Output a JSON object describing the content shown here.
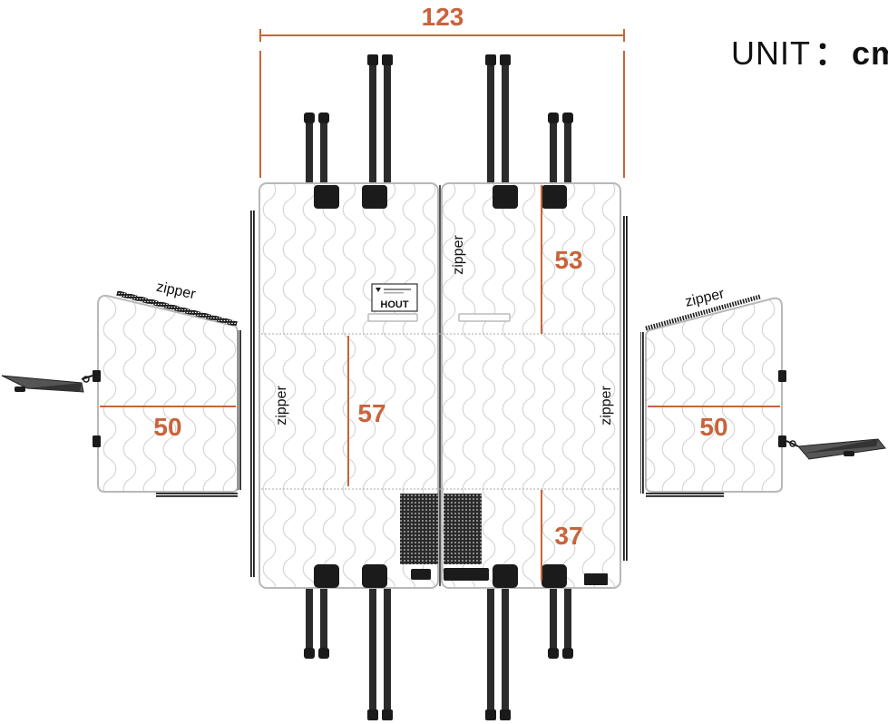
{
  "unit": {
    "label": "UNIT",
    "separator": "：",
    "value": "cm"
  },
  "dimensions": {
    "total_width": "123",
    "center_height": "57",
    "top_right_height": "53",
    "bottom_right_height": "37",
    "left_flap_width": "50",
    "right_flap_width": "50"
  },
  "labels": {
    "zipper_left_flap": "zipper",
    "zipper_right_flap": "zipper",
    "zipper_left_panel": "zipper",
    "zipper_right_panel_upper": "zipper",
    "zipper_right_panel_lower": "zipper"
  },
  "logo_text": "HOUT",
  "colors": {
    "dimension": "#c8643c",
    "outline": "#b8b8b8",
    "dark": "#222222",
    "pattern": "#d7d7d7"
  }
}
